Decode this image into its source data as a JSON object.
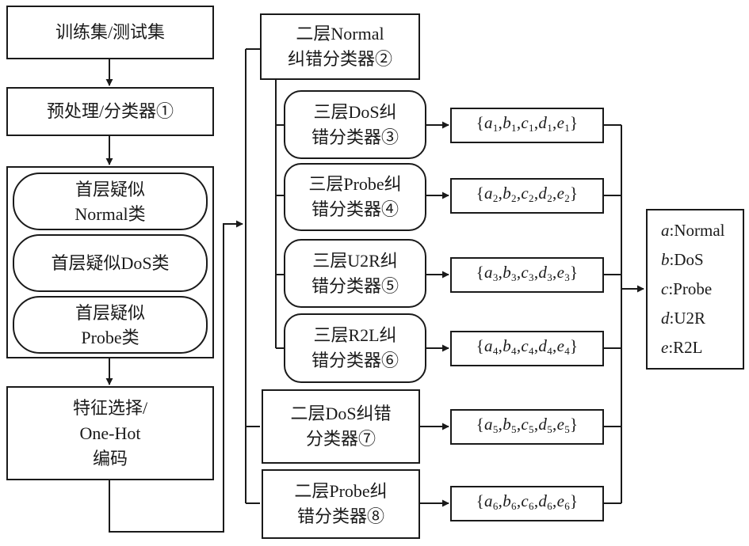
{
  "left_column": {
    "dataset": "训练集/测试集",
    "preprocess": "预处理/分类器①",
    "first_layer": [
      {
        "line1": "首层疑似",
        "line2": "Normal类"
      },
      {
        "line1": "首层疑似DoS类",
        "line2": ""
      },
      {
        "line1": "首层疑似",
        "line2": "Probe类"
      }
    ],
    "feature": {
      "line1": "特征选择/",
      "line2": "One-Hot",
      "line3": "编码"
    }
  },
  "second_layer": {
    "normal": {
      "line1": "二层Normal",
      "line2": "纠错分类器②"
    },
    "dos": {
      "line1": "二层DoS纠错",
      "line2": "分类器⑦"
    },
    "probe": {
      "line1": "二层Probe纠",
      "line2": "错分类器⑧"
    }
  },
  "third_layer": [
    {
      "line1": "三层DoS纠",
      "line2": "错分类器③"
    },
    {
      "line1": "三层Probe纠",
      "line2": "错分类器④"
    },
    {
      "line1": "三层U2R纠",
      "line2": "错分类器⑤"
    },
    {
      "line1": "三层R2L纠",
      "line2": "错分类器⑥"
    }
  ],
  "outputs": [
    {
      "index": "1"
    },
    {
      "index": "2"
    },
    {
      "index": "3"
    },
    {
      "index": "4"
    },
    {
      "index": "5"
    },
    {
      "index": "6"
    }
  ],
  "legend": [
    {
      "var": "a",
      "label": ":Normal"
    },
    {
      "var": "b",
      "label": ":DoS"
    },
    {
      "var": "c",
      "label": ":Probe"
    },
    {
      "var": "d",
      "label": ":U2R"
    },
    {
      "var": "e",
      "label": ":R2L"
    }
  ]
}
